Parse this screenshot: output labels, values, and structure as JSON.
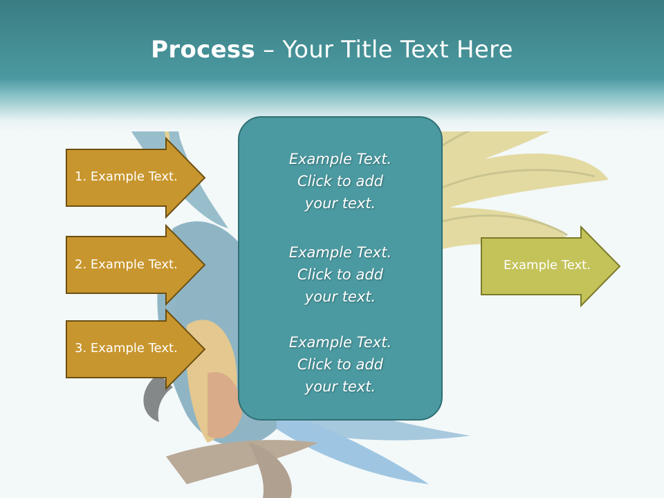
{
  "slide": {
    "title_bold": "Process",
    "title_sep": "–",
    "title_rest": "Your Title Text Here"
  },
  "left_arrows": [
    {
      "label": "1. Example Text."
    },
    {
      "label": "2. Example Text."
    },
    {
      "label": "3. Example Text."
    }
  ],
  "center_panel": {
    "blocks": [
      {
        "line1": "Example Text.",
        "line2": "Click  to add",
        "line3": "your text."
      },
      {
        "line1": "Example Text.",
        "line2": "Click  to add",
        "line3": "your text."
      },
      {
        "line1": "Example Text.",
        "line2": "Click  to add",
        "line3": "your text."
      }
    ]
  },
  "right_arrow": {
    "label": "Example Text."
  },
  "colors": {
    "header": "#3a7d82",
    "left_arrow_fill": "#c8962e",
    "left_arrow_border": "#6b4f12",
    "panel_fill": "#4b9aa1",
    "right_arrow_fill": "#c4c35a",
    "right_arrow_border": "#7a7a28"
  },
  "background_image": "parrot-photo"
}
